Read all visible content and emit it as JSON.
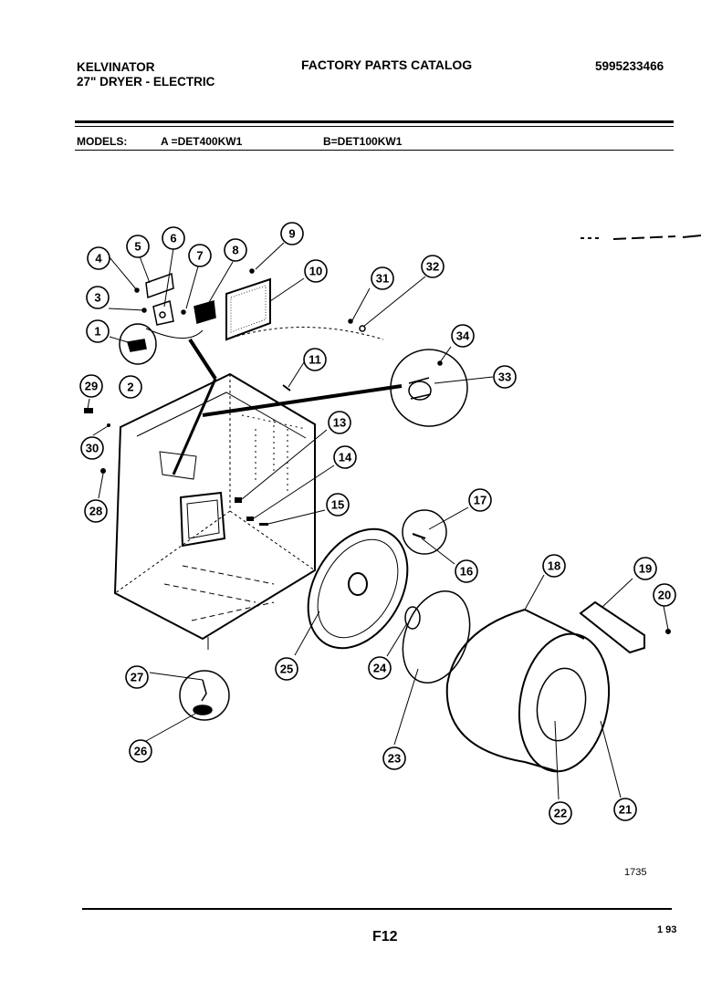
{
  "header": {
    "brand": "KELVINATOR",
    "product": "27\" DRYER - ELECTRIC",
    "catalog_title": "FACTORY PARTS CATALOG",
    "part_number": "5995233466"
  },
  "models": {
    "label": "MODELS:",
    "model_a": "A =DET400KW1",
    "model_b": "B=DET100KW1"
  },
  "callouts": [
    "1",
    "2",
    "3",
    "4",
    "5",
    "6",
    "7",
    "8",
    "9",
    "10",
    "11",
    "13",
    "14",
    "15",
    "16",
    "17",
    "18",
    "19",
    "20",
    "21",
    "22",
    "23",
    "24",
    "25",
    "26",
    "27",
    "28",
    "29",
    "30",
    "31",
    "32",
    "33",
    "34"
  ],
  "footer": {
    "drawing_code": "1735",
    "page_label": "F12",
    "date": "1 93"
  }
}
